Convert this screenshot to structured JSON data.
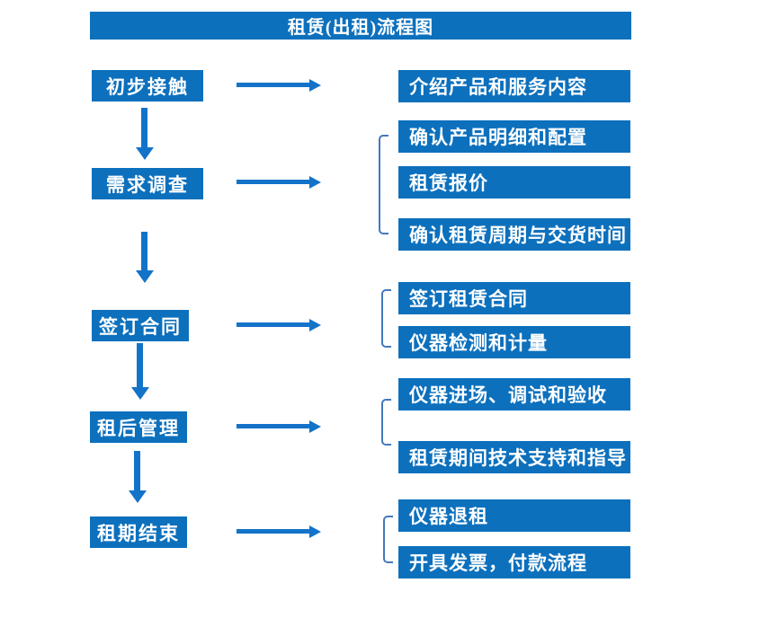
{
  "title": "租赁(出租)流程图",
  "colors": {
    "box_fill": "#0c70bd",
    "arrow": "#1373c9",
    "bracket": "#4478bc",
    "text": "#ffffff",
    "background": "#ffffff"
  },
  "stages": [
    {
      "label": "初步接触",
      "details": [
        "介绍产品和服务内容"
      ]
    },
    {
      "label": "需求调查",
      "details": [
        "确认产品明细和配置",
        "租赁报价",
        "确认租赁周期与交货时间"
      ]
    },
    {
      "label": "签订合同",
      "details": [
        "签订租赁合同",
        "仪器检测和计量"
      ]
    },
    {
      "label": "租后管理",
      "details": [
        "仪器进场、调试和验收",
        "租赁期间技术支持和指导"
      ]
    },
    {
      "label": "租期结束",
      "details": [
        "仪器退租",
        "开具发票，付款流程"
      ]
    }
  ]
}
